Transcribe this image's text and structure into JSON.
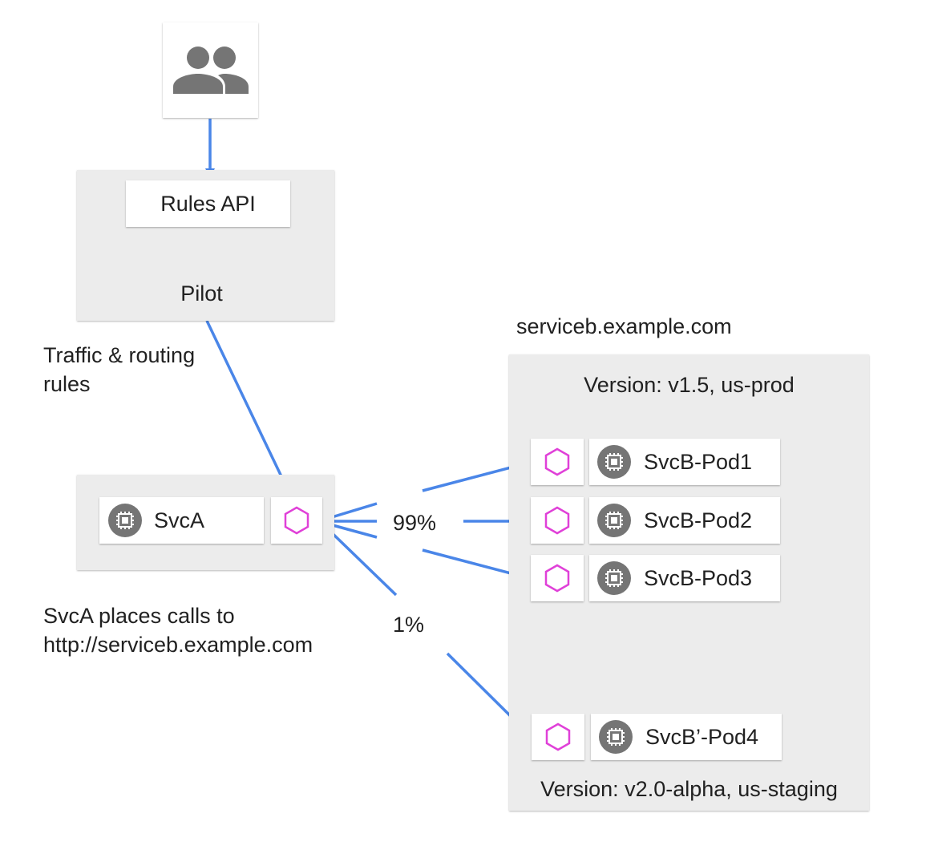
{
  "users": {
    "icon": "users-group-icon"
  },
  "pilot": {
    "api_label": "Rules API",
    "name": "Pilot"
  },
  "labels": {
    "traffic_rules": "Traffic & routing\nrules",
    "svca_calls": "SvcA places calls to\nhttp://serviceb.example.com",
    "pct_major": "99%",
    "pct_minor": "1%"
  },
  "svca": {
    "name": "SvcA",
    "chip_icon": "cpu-chip-icon",
    "proxy_icon": "envoy-hexagon-icon"
  },
  "serviceb": {
    "host": "serviceb.example.com",
    "prod_version": "Version: v1.5, us-prod",
    "staging_version": "Version: v2.0-alpha, us-staging",
    "pods": [
      {
        "name": "SvcB-Pod1"
      },
      {
        "name": "SvcB-Pod2"
      },
      {
        "name": "SvcB-Pod3"
      },
      {
        "name": "SvcB’-Pod4"
      }
    ]
  },
  "colors": {
    "arrow": "#4a86e8",
    "proxy": "#e040d8",
    "chip": "#757575",
    "panel": "#ececec"
  }
}
